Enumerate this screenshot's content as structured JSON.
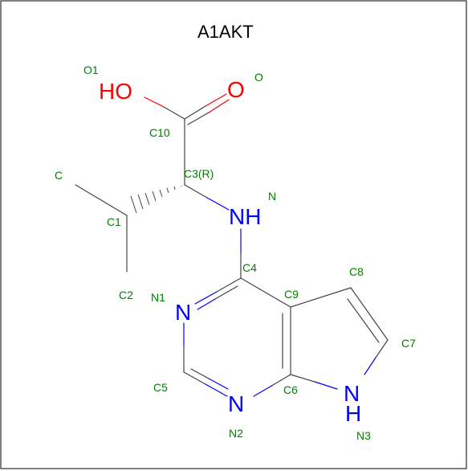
{
  "title": "A1AKT",
  "colors": {
    "carbon_bond": "#444444",
    "oxygen": "#ff0000",
    "nitrogen": "#0000ff",
    "label": "#008000",
    "border": "#000000"
  },
  "atoms": {
    "HO": "HO",
    "O_dbl": "O",
    "NH": "NH",
    "N_ring1": "N",
    "N_ring2": "N",
    "NH_ring_N": "N",
    "NH_ring_H": "H"
  },
  "labels": {
    "O1": "O1",
    "O": "O",
    "C10": "C10",
    "C3": "C3(R)",
    "C": "C",
    "N": "N",
    "C1": "C1",
    "C4": "C4",
    "C8": "C8",
    "C2": "C2",
    "N1": "N1",
    "C9": "C9",
    "C7": "C7",
    "C5": "C5",
    "C6": "C6",
    "N2": "N2",
    "N3": "N3"
  }
}
